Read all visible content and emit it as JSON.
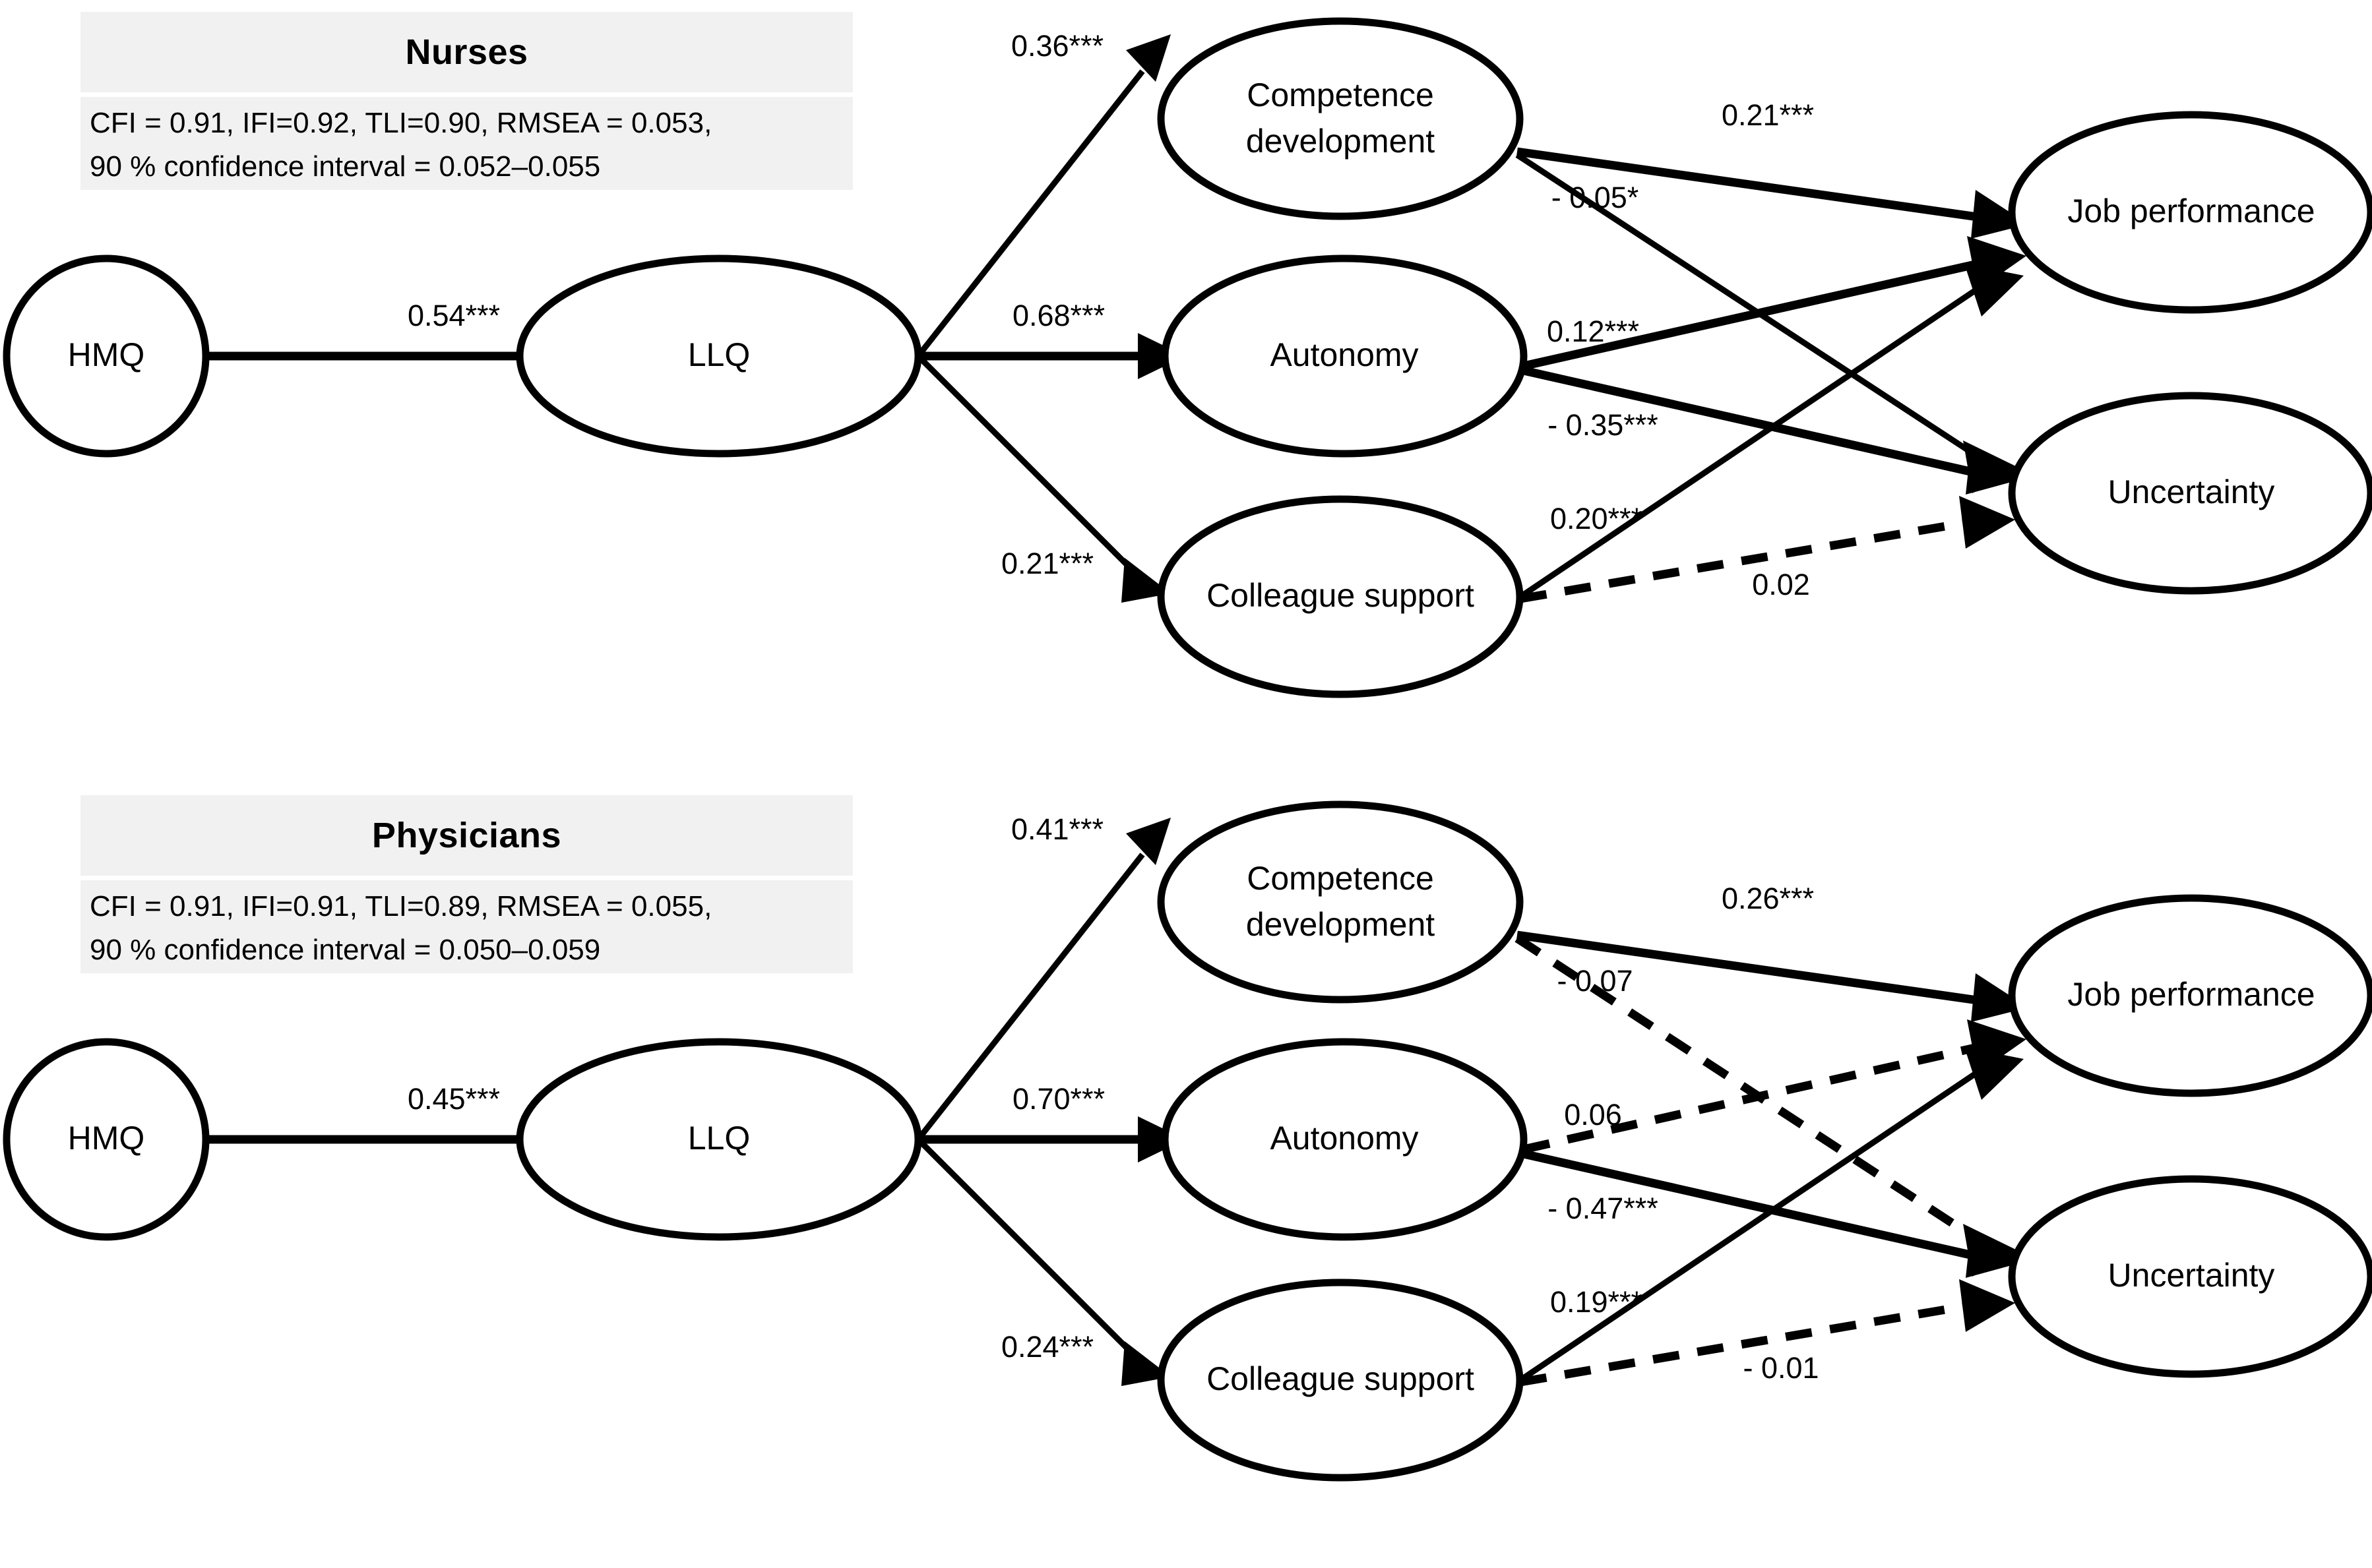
{
  "figure": {
    "background_color": "#ffffff",
    "line_color": "#000000",
    "legend_box_color": "#f1f1f1"
  },
  "panels": [
    {
      "id": "nurses",
      "title": "Nurses",
      "fit_line_1": "CFI = 0.91, IFI=0.92, TLI=0.90, RMSEA = 0.053,",
      "fit_line_2": "90 % confidence interval  = 0.052–0.055",
      "nodes": {
        "hmq": "HMQ",
        "llq": "LLQ",
        "competence": "Competence",
        "competence2": "development",
        "autonomy": "Autonomy",
        "colleague": "Colleague support",
        "job": "Job performance",
        "uncertainty": "Uncertainty"
      },
      "paths": [
        {
          "from": "HMQ",
          "to": "LLQ",
          "value": "0.54***",
          "style": "solid"
        },
        {
          "from": "LLQ",
          "to": "Competence development",
          "value": "0.36***",
          "style": "solid"
        },
        {
          "from": "LLQ",
          "to": "Autonomy",
          "value": "0.68***",
          "style": "solid"
        },
        {
          "from": "LLQ",
          "to": "Colleague support",
          "value": "0.21***",
          "style": "solid"
        },
        {
          "from": "Competence development",
          "to": "Job performance",
          "value": "0.21***",
          "style": "solid"
        },
        {
          "from": "Competence development",
          "to": "Uncertainty",
          "value": "- 0.05*",
          "style": "solid"
        },
        {
          "from": "Autonomy",
          "to": "Job performance",
          "value": "0.12***",
          "style": "solid"
        },
        {
          "from": "Autonomy",
          "to": "Uncertainty",
          "value": "- 0.35***",
          "style": "solid"
        },
        {
          "from": "Colleague support",
          "to": "Job performance",
          "value": "0.20***",
          "style": "solid"
        },
        {
          "from": "Colleague support",
          "to": "Uncertainty",
          "value": "0.02",
          "style": "dashed"
        }
      ]
    },
    {
      "id": "physicians",
      "title": "Physicians",
      "fit_line_1": "CFI = 0.91, IFI=0.91, TLI=0.89, RMSEA = 0.055,",
      "fit_line_2": "90 % confidence interval  = 0.050–0.059",
      "nodes": {
        "hmq": "HMQ",
        "llq": "LLQ",
        "competence": "Competence",
        "competence2": "development",
        "autonomy": "Autonomy",
        "colleague": "Colleague support",
        "job": "Job performance",
        "uncertainty": "Uncertainty"
      },
      "paths": [
        {
          "from": "HMQ",
          "to": "LLQ",
          "value": "0.45***",
          "style": "solid"
        },
        {
          "from": "LLQ",
          "to": "Competence development",
          "value": "0.41***",
          "style": "solid"
        },
        {
          "from": "LLQ",
          "to": "Autonomy",
          "value": "0.70***",
          "style": "solid"
        },
        {
          "from": "LLQ",
          "to": "Colleague support",
          "value": "0.24***",
          "style": "solid"
        },
        {
          "from": "Competence development",
          "to": "Job performance",
          "value": "0.26***",
          "style": "solid"
        },
        {
          "from": "Competence development",
          "to": "Uncertainty",
          "value": "- 0.07",
          "style": "dashed"
        },
        {
          "from": "Autonomy",
          "to": "Job performance",
          "value": "0.06",
          "style": "dashed"
        },
        {
          "from": "Autonomy",
          "to": "Uncertainty",
          "value": "- 0.47***",
          "style": "solid"
        },
        {
          "from": "Colleague support",
          "to": "Job performance",
          "value": "0.19***",
          "style": "solid"
        },
        {
          "from": "Colleague support",
          "to": "Uncertainty",
          "value": "- 0.01",
          "style": "dashed"
        }
      ]
    }
  ]
}
